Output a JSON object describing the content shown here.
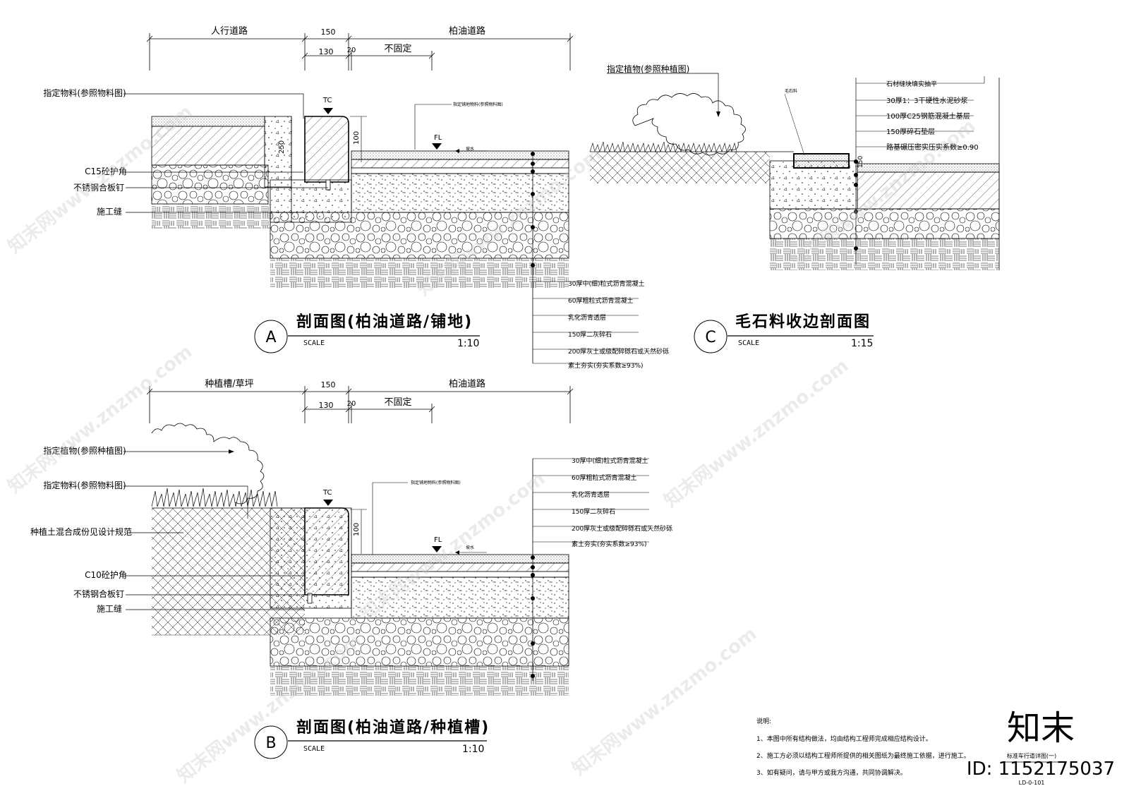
{
  "section_a": {
    "title": "剖面图(柏油道路/铺地)",
    "marker": "A",
    "scale_label": "SCALE",
    "scale": "1:10",
    "dim_left": "人行道路",
    "dim_curb": "150",
    "dim_130": "130",
    "dim_20": "20",
    "dim_right": "柏油道路",
    "dim_unfixed": "不固定",
    "dim_250": "250",
    "dim_100": "100",
    "tc": "TC",
    "fl": "FL",
    "left_labels": [
      "指定物料(参照物料图)",
      "C15砼护角",
      "不锈钢合板钉",
      "施工缝"
    ],
    "small_note": "指定铺地物料(参照物料图)",
    "slope": "坡水",
    "layers": [
      "30厚中(细)粒式沥青混凝土",
      "60厚粗粒式沥青混凝土",
      "乳化沥青透层",
      "150厚二灰碎石",
      "200厚灰土或级配碎砾石或天然砂砾",
      "素土夯实(夯实系数≥93%)"
    ]
  },
  "section_b": {
    "title": "剖面图(柏油道路/种植槽)",
    "marker": "B",
    "scale_label": "SCALE",
    "scale": "1:10",
    "dim_left": "种植槽/草坪",
    "dim_curb": "150",
    "dim_130": "130",
    "dim_20": "20",
    "dim_right": "柏油道路",
    "dim_unfixed": "不固定",
    "dim_100": "100",
    "tc": "TC",
    "fl": "FL",
    "left_labels": [
      "指定植物(参照种植图)",
      "指定物料(参照物料图)",
      "种植土混合成份见设计规范",
      "C10砼护角",
      "不锈钢合板钉",
      "施工缝"
    ],
    "small_note": "指定铺地物料(参照物料图)",
    "slope": "坡水",
    "layers": [
      "30厚中(细)粒式沥青混凝土",
      "60厚粗粒式沥青混凝土",
      "乳化沥青透层",
      "150厚二灰碎石",
      "200厚灰土或级配碎砾石或天然砂砾",
      "素土夯实(夯实系数≥93%)"
    ]
  },
  "section_c": {
    "title": "毛石料收边剖面图",
    "marker": "C",
    "scale_label": "SCALE",
    "scale": "1:15",
    "plant_label": "指定植物(参照种植图)",
    "small_note": "毛石料",
    "dim_150": "150",
    "layers": [
      "石材缝块填实抽平",
      "30厚1：3干硬性水泥砂浆",
      "100厚C25钢筋混凝土基层",
      "150厚碎石垫层",
      "路基碾压密实压实系数≥0.90"
    ]
  },
  "notes": {
    "heading": "说明:",
    "items": [
      "1、本图中所有结构做法，均由结构工程师完成相应结构设计。",
      "2、施工方必须以结构工程师所提供的相关图纸为最终施工依据，进行施工。",
      "3、如有疑问，请与甲方或我方沟通，共同协调解决。"
    ]
  },
  "title_block": {
    "sheet_title": "标准车行道详图(一)",
    "sheet_no": "LD-0-101"
  },
  "brand": {
    "logo": "知末",
    "id": "ID: 1152175037",
    "watermark": "知末网www.znzmo.com"
  }
}
